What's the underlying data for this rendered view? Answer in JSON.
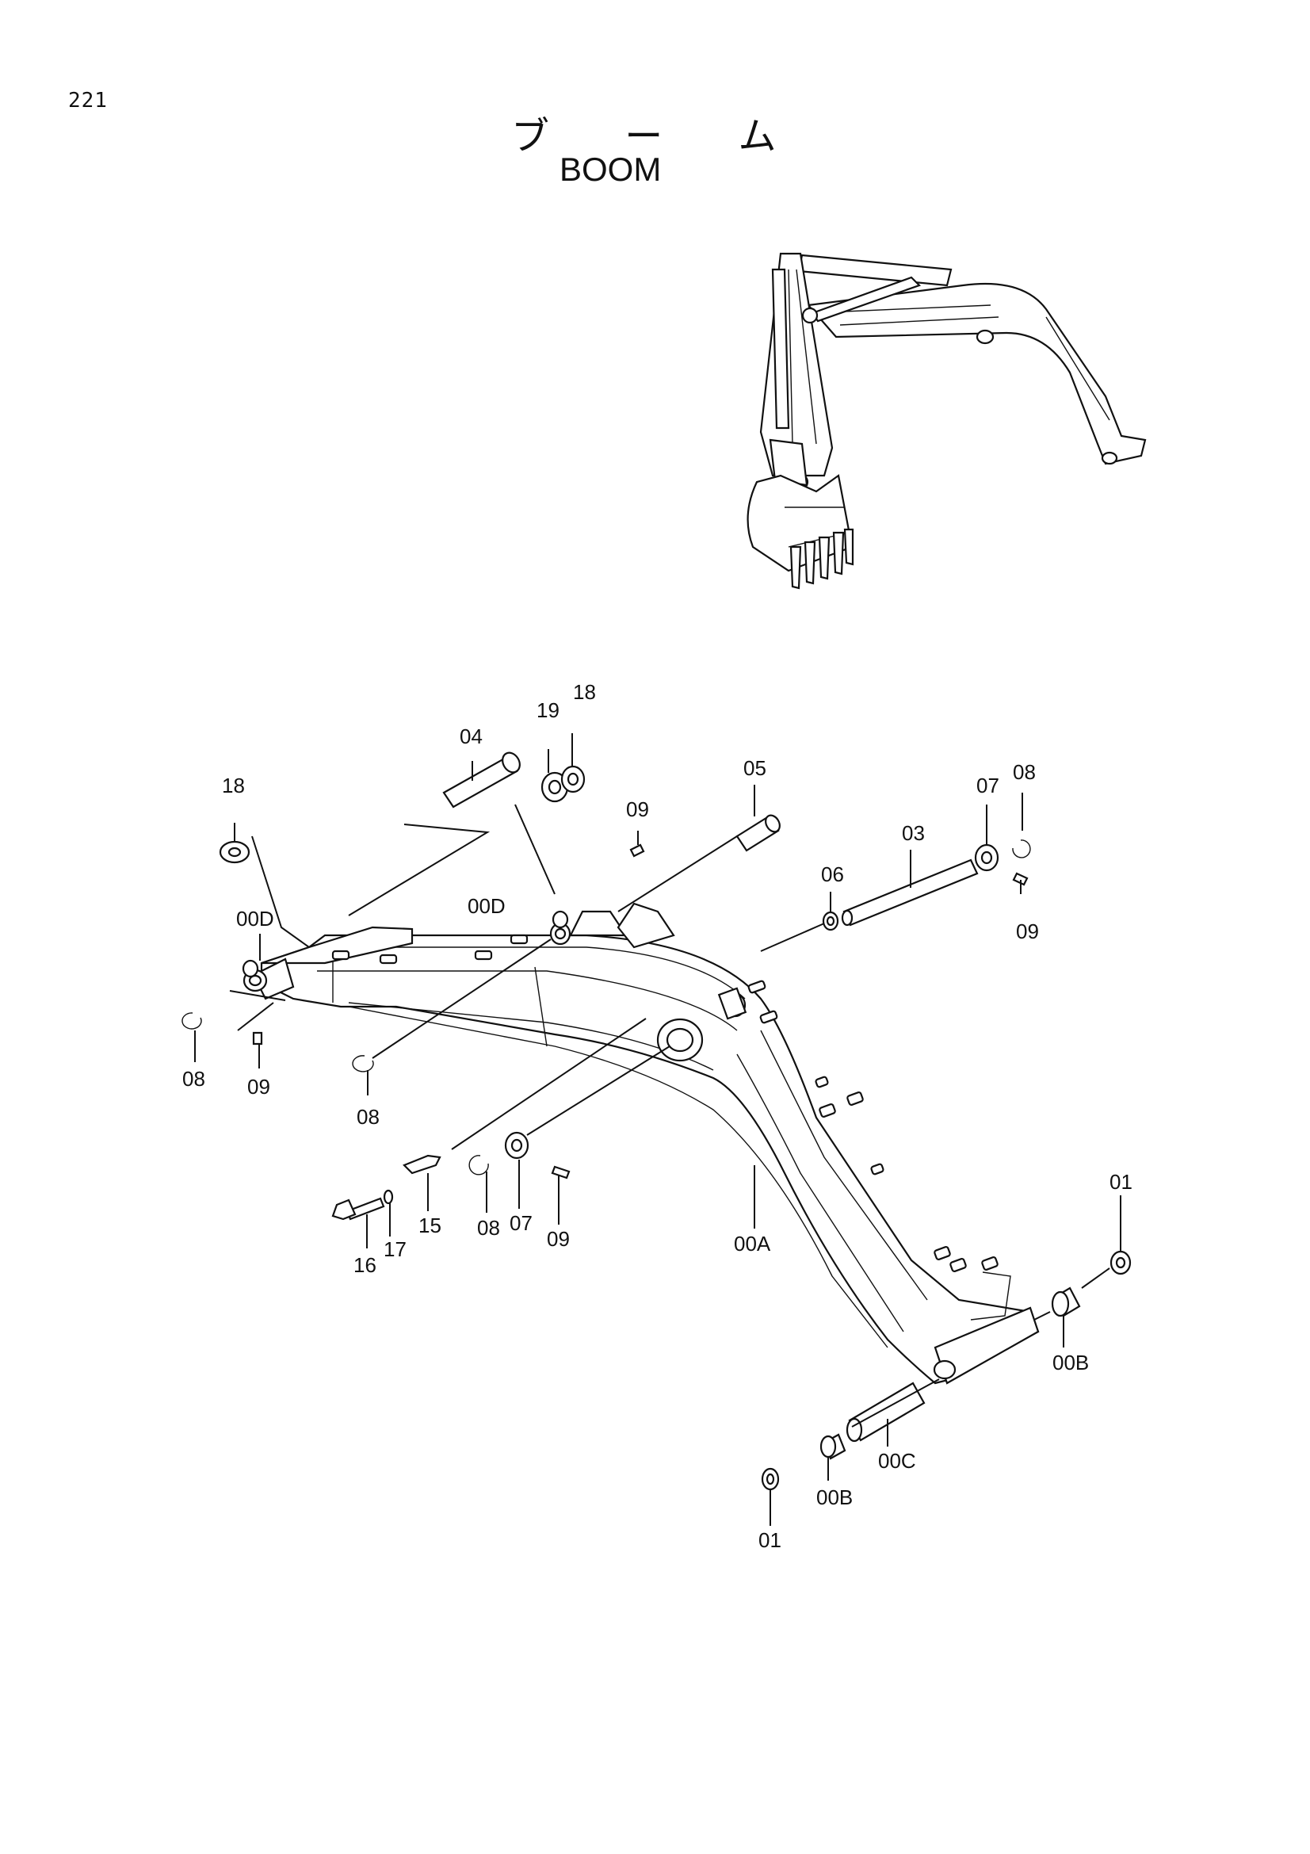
{
  "page_number": "221",
  "title_jp": "ブ ー ム",
  "title_en": "BOOM",
  "callouts": {
    "c18a": "18",
    "c19": "19",
    "c18b": "18",
    "c04": "04",
    "c05": "05",
    "c09a": "09",
    "c00Da": "00D",
    "c00Db": "00D",
    "c03": "03",
    "c07a": "07",
    "c08a": "08",
    "c06": "06",
    "c09b": "09",
    "c08b": "08",
    "c09c": "09",
    "c08c": "08",
    "c16": "16",
    "c17": "17",
    "c15": "15",
    "c08d": "08",
    "c07b": "07",
    "c09d": "09",
    "c00A": "00A",
    "c01a": "01",
    "c00Ba": "00B",
    "c00C": "00C",
    "c00Bb": "00B",
    "c01b": "01"
  }
}
